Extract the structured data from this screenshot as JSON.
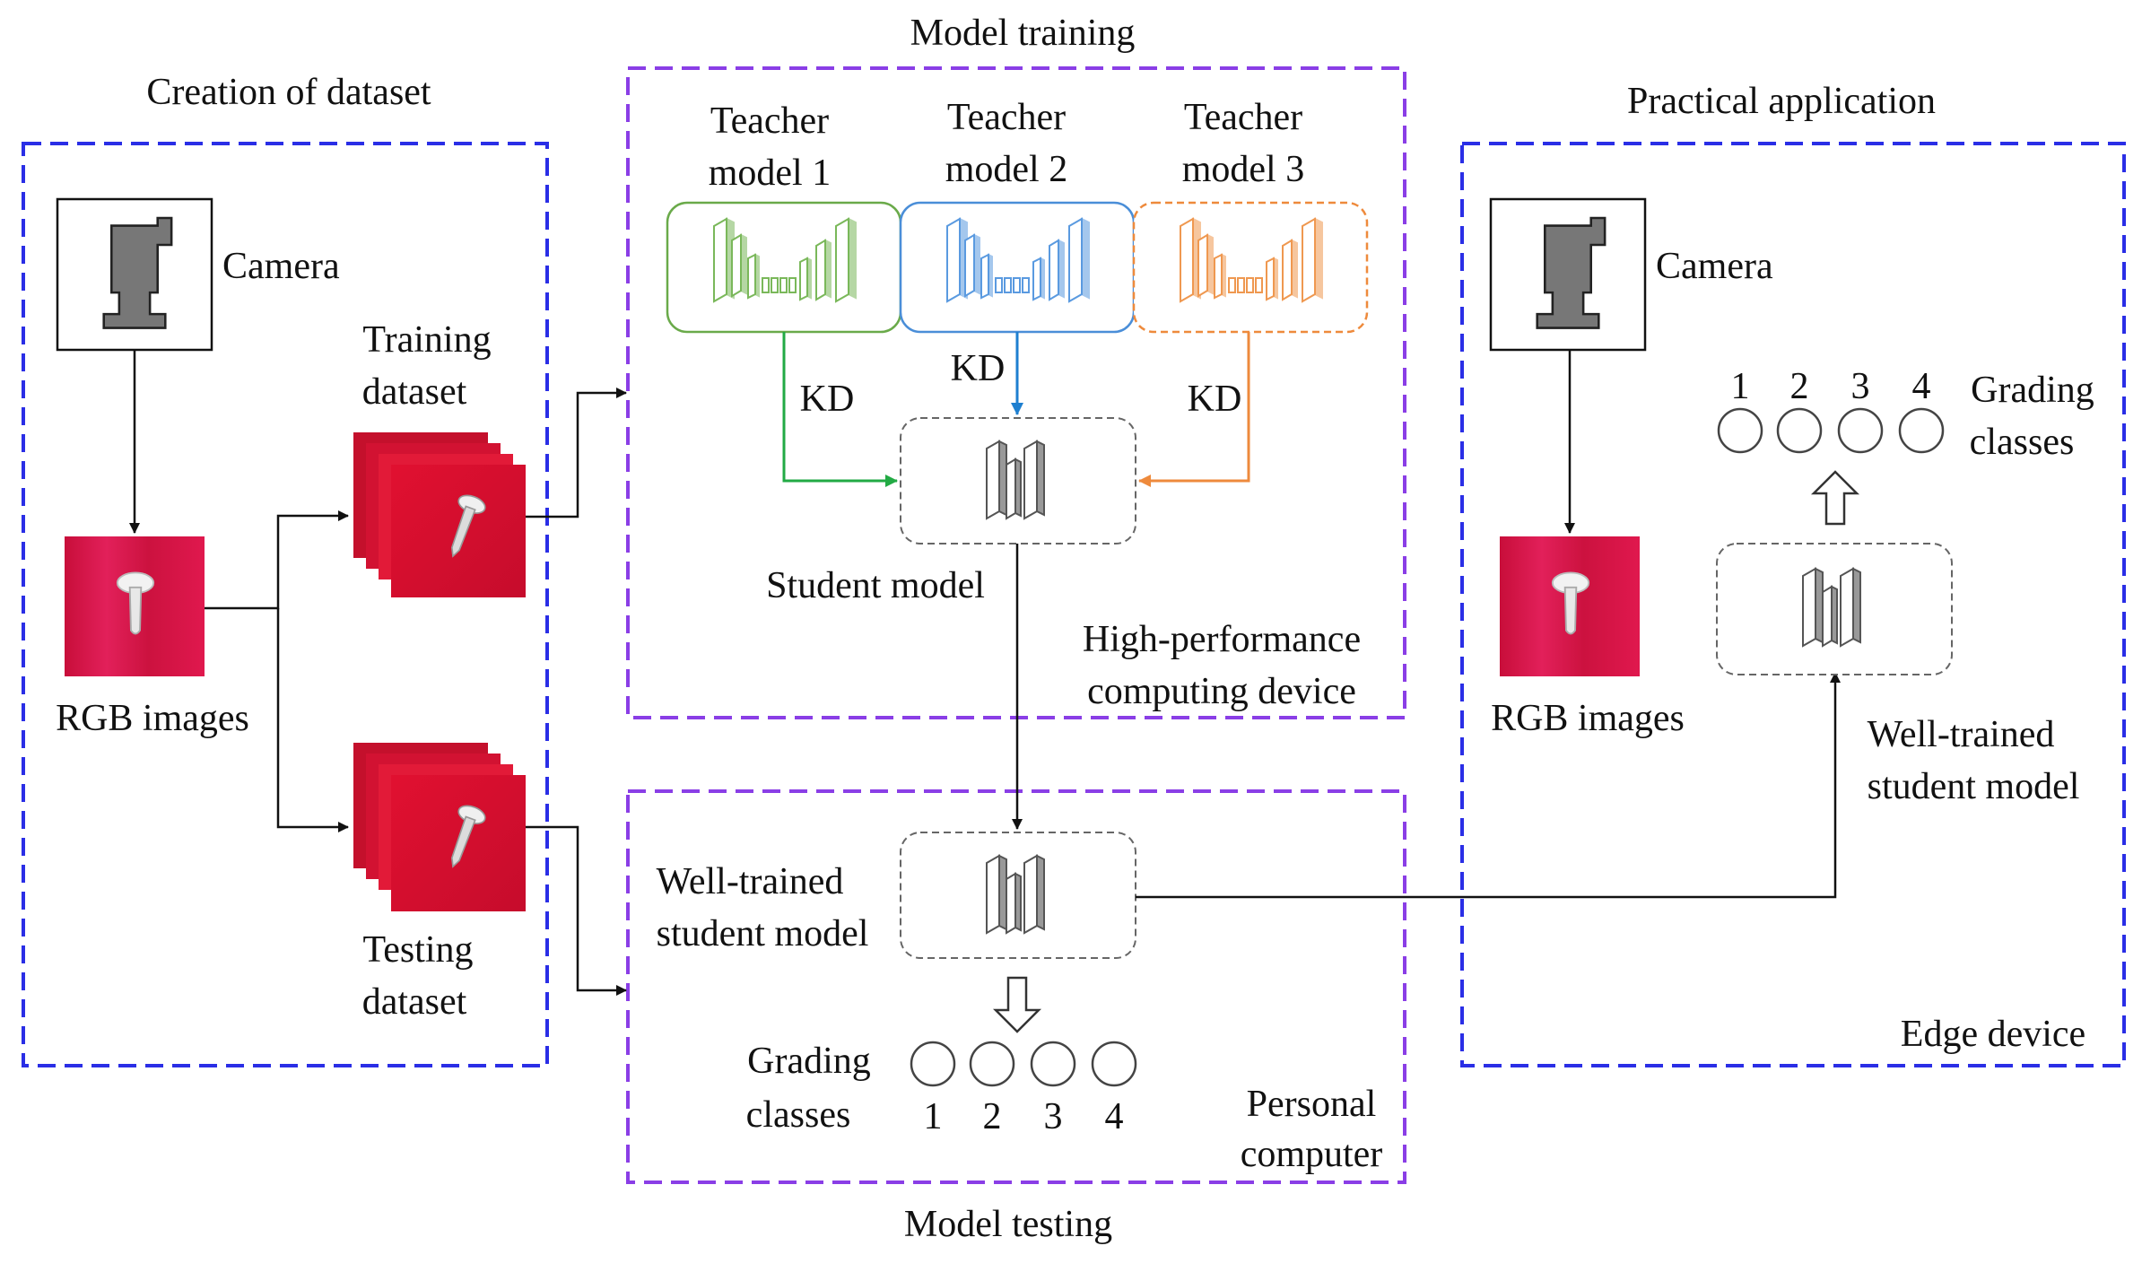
{
  "sections": {
    "creation": {
      "title": "Creation of dataset",
      "camera_label": "Camera",
      "rgb_label": "RGB images",
      "training_dataset": [
        "Training",
        "dataset"
      ],
      "testing_dataset": [
        "Testing",
        "dataset"
      ]
    },
    "training": {
      "title": "Model training",
      "teachers": [
        {
          "line1": "Teacher",
          "line2": "model 1",
          "color": "#6aaa4a"
        },
        {
          "line1": "Teacher",
          "line2": "model 2",
          "color": "#4a8ed8"
        },
        {
          "line1": "Teacher",
          "line2": "model 3",
          "color": "#ee8a3c"
        }
      ],
      "kd_label": "KD",
      "student_label": "Student model",
      "device_label": [
        "High-performance",
        "computing device"
      ]
    },
    "testing": {
      "title": "Model testing",
      "student_label": [
        "Well-trained",
        "student model"
      ],
      "grading_label": [
        "Grading",
        "classes"
      ],
      "classes": [
        "1",
        "2",
        "3",
        "4"
      ],
      "device_label": [
        "Personal",
        "computer"
      ]
    },
    "application": {
      "title": "Practical application",
      "camera_label": "Camera",
      "rgb_label": "RGB images",
      "classes": [
        "1",
        "2",
        "3",
        "4"
      ],
      "grading_label": [
        "Grading",
        "classes"
      ],
      "student_label": [
        "Well-trained",
        "student model"
      ],
      "device_label": "Edge device"
    }
  },
  "colors": {
    "blue_dash": "#2a2ee6",
    "purple_dash": "#8a3ee6",
    "kd_green": "#22aa44",
    "kd_blue": "#1e7fd0",
    "kd_orange": "#ee8a3c",
    "image_red": "#d8123c"
  }
}
